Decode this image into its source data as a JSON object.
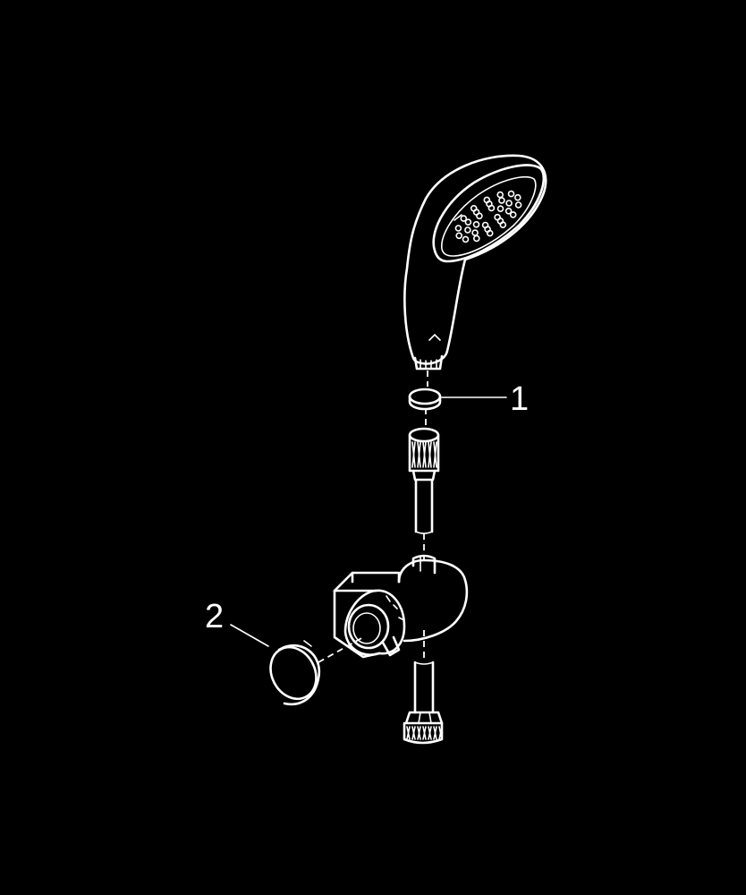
{
  "callouts": [
    {
      "label": "1",
      "part": "washer"
    },
    {
      "label": "2",
      "part": "cover cap"
    }
  ],
  "colors": {
    "background": "#000000",
    "line": "#ffffff"
  }
}
